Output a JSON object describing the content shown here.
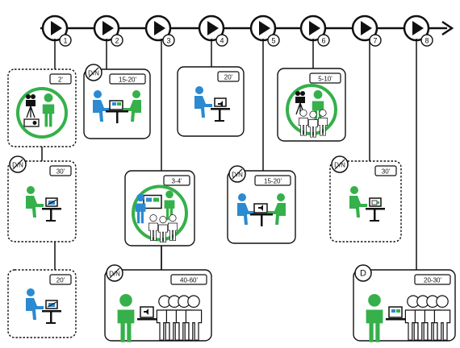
{
  "timeline": {
    "steps": [
      {
        "number": "1"
      },
      {
        "number": "2"
      },
      {
        "number": "3"
      },
      {
        "number": "4"
      },
      {
        "number": "5"
      },
      {
        "number": "6"
      },
      {
        "number": "7"
      },
      {
        "number": "8"
      }
    ]
  },
  "badges": {
    "dn": "D/N",
    "d": "D"
  },
  "cards": [
    {
      "id": "c1a",
      "duration": "2'",
      "style": "dashed",
      "scene": "film-observer",
      "badge": ""
    },
    {
      "id": "c1b",
      "duration": "30'",
      "style": "dashed",
      "scene": "solo-laptop-green",
      "badge": "dn"
    },
    {
      "id": "c1c",
      "duration": "20'",
      "style": "dashed",
      "scene": "solo-laptop-blue",
      "badge": ""
    },
    {
      "id": "c2",
      "duration": "15-20'",
      "style": "solid",
      "scene": "two-at-laptop",
      "badge": "dn"
    },
    {
      "id": "c3a",
      "duration": "3-4'",
      "style": "solid",
      "scene": "presenter-group",
      "badge": ""
    },
    {
      "id": "c3b",
      "duration": "40-60'",
      "style": "solid",
      "scene": "audience-audio",
      "badge": "dn"
    },
    {
      "id": "c4",
      "duration": "20'",
      "style": "solid",
      "scene": "solo-laptop-audio",
      "badge": ""
    },
    {
      "id": "c5",
      "duration": "15-20'",
      "style": "solid",
      "scene": "two-at-laptop-audio",
      "badge": "dn"
    },
    {
      "id": "c6",
      "duration": "5-10'",
      "style": "solid",
      "scene": "film-group",
      "badge": ""
    },
    {
      "id": "c7",
      "duration": "30'",
      "style": "dashed",
      "scene": "solo-laptop-video",
      "badge": "dn"
    },
    {
      "id": "c8",
      "duration": "20-30'",
      "style": "solid",
      "scene": "audience-video",
      "badge": "d"
    }
  ],
  "colors": {
    "ink": "#111111",
    "green": "#35b04a",
    "blue": "#2b8ad1"
  }
}
